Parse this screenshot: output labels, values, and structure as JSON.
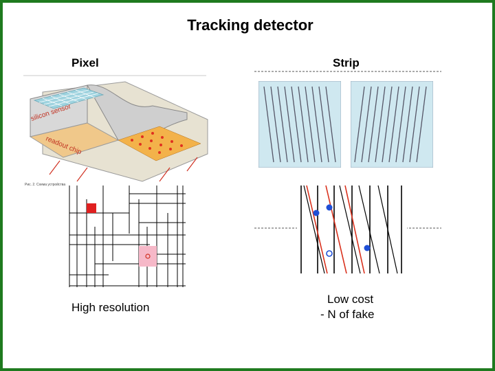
{
  "slide": {
    "title": "Tracking detector",
    "left_heading": "Pixel",
    "right_heading": "Strip",
    "left_caption": "High resolution",
    "right_caption_line1": "Low cost",
    "right_caption_line2": "- N of fake"
  },
  "pixel_figure": {
    "labels": [
      "silicon sensor",
      "readout chip"
    ],
    "fig_caption": "Рис. 2. Схема устройства"
  },
  "colors": {
    "frame": "#1f7a1f",
    "hit_red": "#e02020",
    "hit_pink": "#f6b8c8",
    "hit_blue": "#1f4fd6",
    "track_red": "#d9301c",
    "strip_panel": "#cfe8f0"
  }
}
